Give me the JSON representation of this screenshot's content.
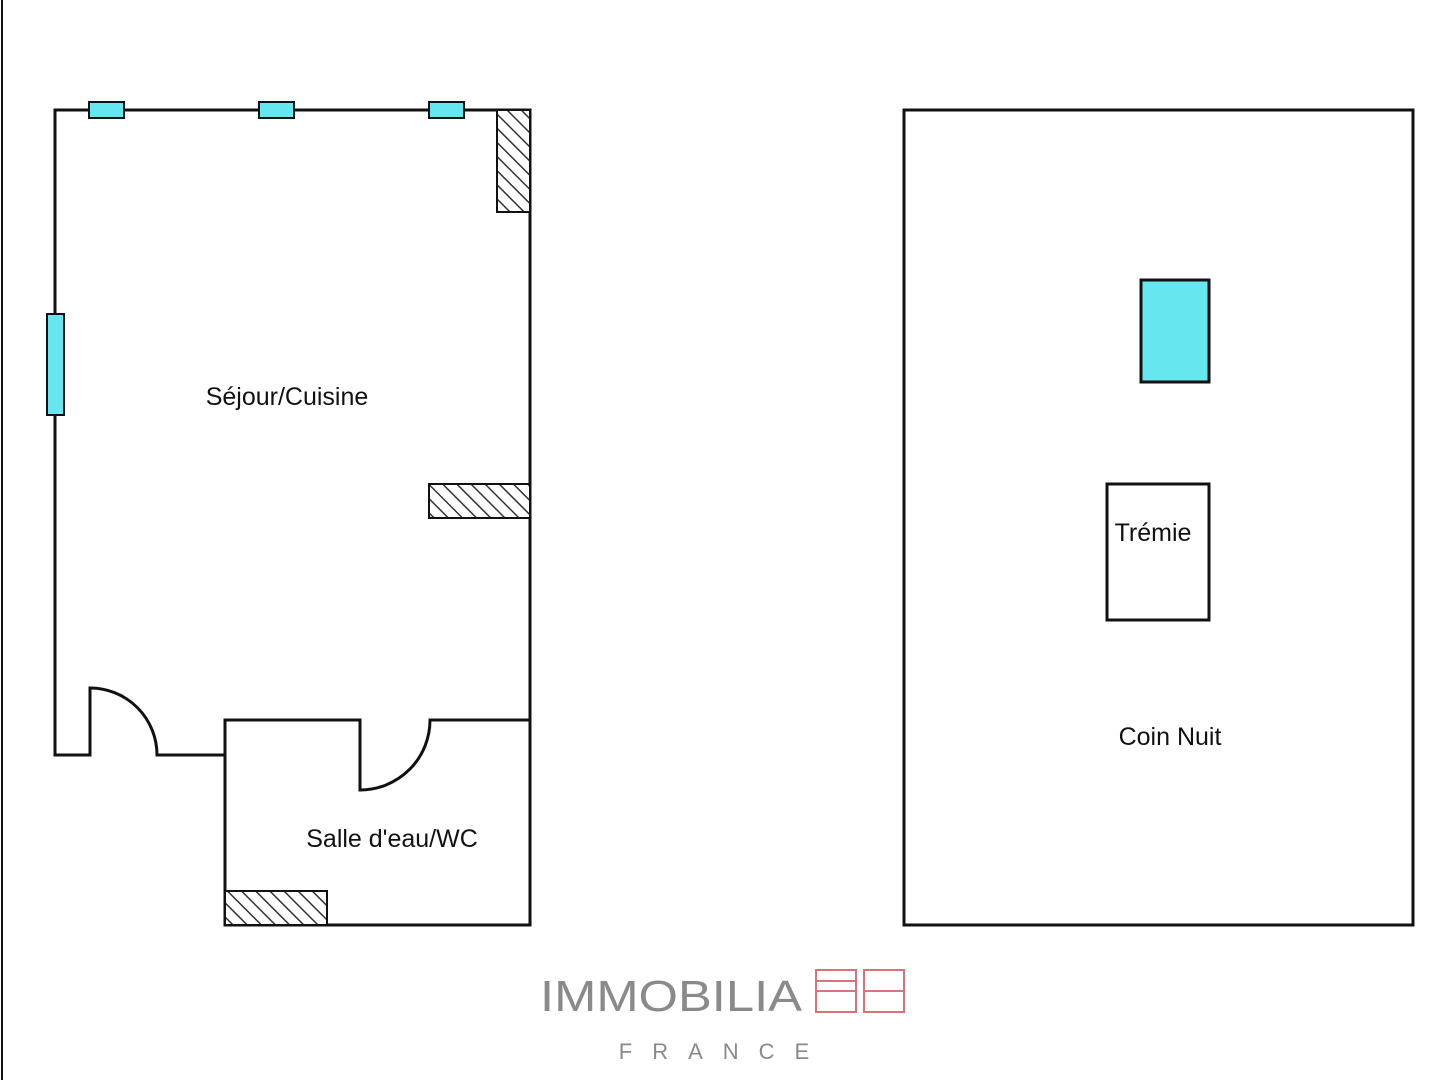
{
  "rooms": {
    "sejour_cuisine": "Séjour/Cuisine",
    "salle_eau_wc": "Salle d'eau/WC",
    "tremie": "Trémie",
    "coin_nuit": "Coin Nuit"
  },
  "logo": {
    "name": "IMMOBILIA",
    "country": "FRANCE"
  },
  "colors": {
    "wall": "#111111",
    "window": "#66e6ee",
    "hatch": "#333333",
    "logo_text": "#8a8a8a",
    "logo_mark": "#d9727a"
  }
}
